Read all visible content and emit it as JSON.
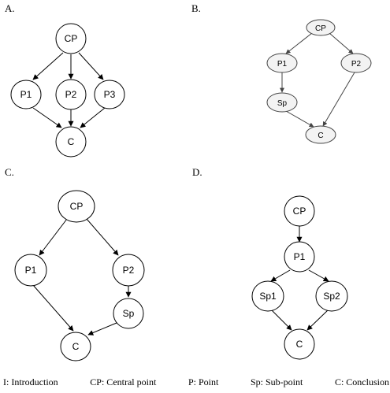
{
  "panels": [
    {
      "label": "A.",
      "nodes": {
        "cp": "CP",
        "p1": "P1",
        "p2": "P2",
        "p3": "P3",
        "c": "C"
      }
    },
    {
      "label": "B.",
      "nodes": {
        "cp": "CP",
        "p1": "P1",
        "p2": "P2",
        "sp": "Sp",
        "c": "C"
      }
    },
    {
      "label": "C.",
      "nodes": {
        "cp": "CP",
        "p1": "P1",
        "p2": "P2",
        "sp": "Sp",
        "c": "C"
      }
    },
    {
      "label": "D.",
      "nodes": {
        "cp": "CP",
        "p1": "P1",
        "sp1": "Sp1",
        "sp2": "Sp2",
        "c": "C"
      }
    }
  ],
  "legend": {
    "intro": "I: Introduction",
    "cp": "CP: Central point",
    "p": "P: Point",
    "sp": "Sp: Sub-point",
    "c": "C: Conclusion"
  }
}
